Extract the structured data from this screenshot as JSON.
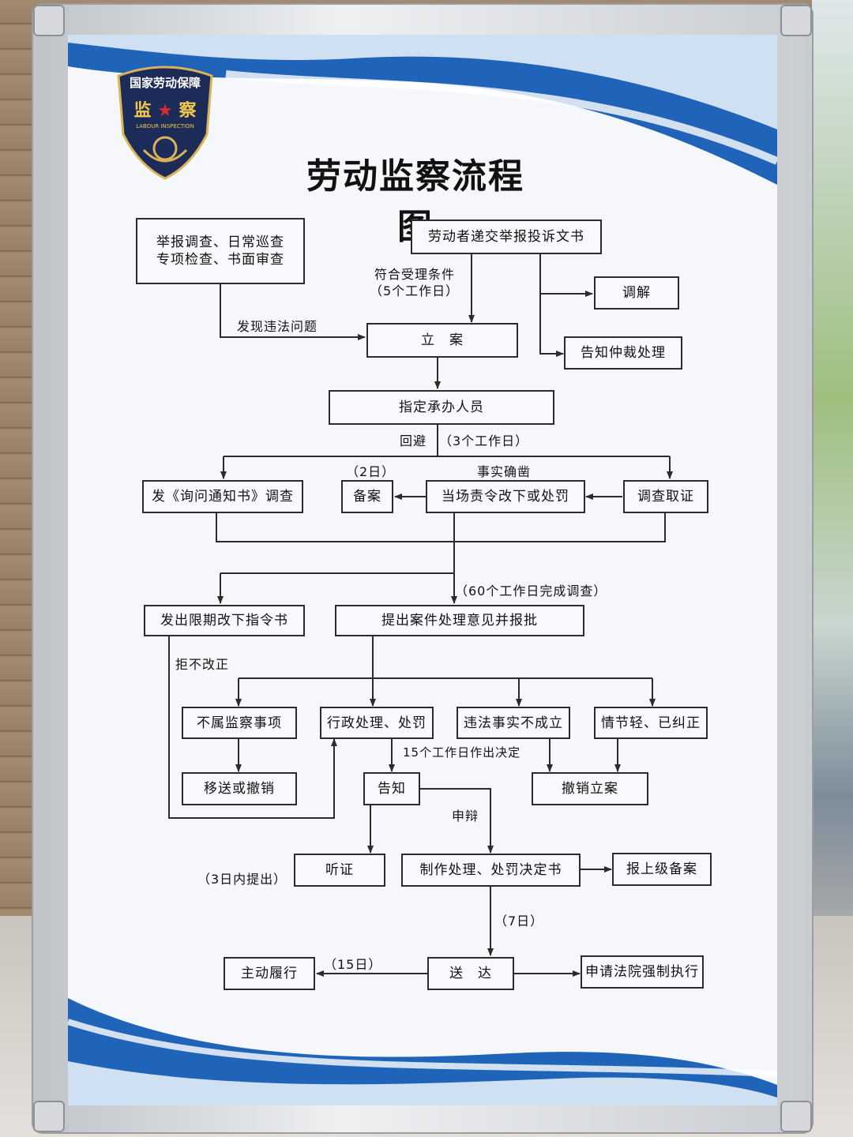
{
  "poster": {
    "title": "劳动监察流程图",
    "emblem": {
      "top": "国家劳动保障",
      "left": "监",
      "right": "察",
      "sub": "LABOUR INSPECTION"
    }
  },
  "flow": {
    "boxes": {
      "report_check": "举报调查、日常巡查\n专项检查、书面审查",
      "worker_submit": "劳动者递交举报投诉文书",
      "mediate": "调解",
      "arbitration": "告知仲裁处理",
      "file_case": "立　案",
      "assign": "指定承办人员",
      "inquiry": "发《询问通知书》调查",
      "record": "备案",
      "on_site": "当场责令改下或处罚",
      "investigate": "调查取证",
      "order": "发出限期改下指令书",
      "propose": "提出案件处理意见并报批",
      "not_scope": "不属监察事项",
      "admin_penalty": "行政处理、处罚",
      "not_established": "违法事实不成立",
      "minor": "情节轻、已纠正",
      "transfer": "移送或撤销",
      "notify": "告知",
      "revoke": "撤销立案",
      "hearing": "听证",
      "decision": "制作处理、处罚决定书",
      "report_up": "报上级备案",
      "comply": "主动履行",
      "deliver": "送　达",
      "court": "申请法院强制执行"
    },
    "labels": {
      "accept": "符合受理条件",
      "accept_days": "（5个工作日）",
      "found": "发现违法问题",
      "avoid": "回避",
      "avoid_days": "（3个工作日）",
      "two_days": "（2日）",
      "facts": "事实确凿",
      "sixty_days": "（60个工作日完成调查）",
      "refuse": "拒不改正",
      "fifteen_work": "15个工作日作出决定",
      "appeal": "申辩",
      "three_days": "（3日内提出）",
      "seven_days": "（7日）",
      "fifteen_days": "（15日）"
    }
  },
  "colors": {
    "wave_dark": "#1f64b8",
    "wave_light": "#cfe0f3",
    "line": "#2b2b2b"
  }
}
